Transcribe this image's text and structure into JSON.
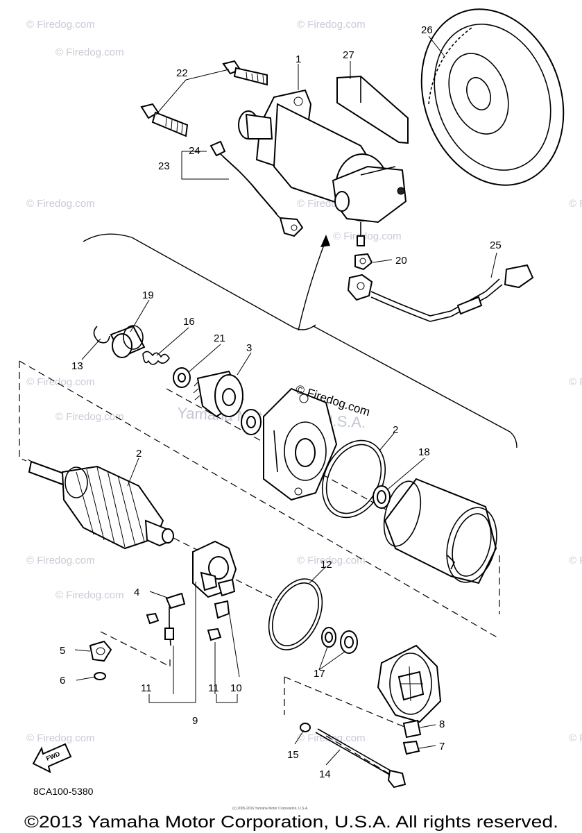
{
  "diagram": {
    "callouts": {
      "c1": "1",
      "c2a": "2",
      "c2b": "2",
      "c3": "3",
      "c4": "4",
      "c5": "5",
      "c6": "6",
      "c7": "7",
      "c8": "8",
      "c9": "9",
      "c10": "10",
      "c11a": "11",
      "c11b": "11",
      "c12": "12",
      "c13": "13",
      "c14": "14",
      "c15": "15",
      "c16": "16",
      "c17": "17",
      "c18": "18",
      "c19": "19",
      "c20": "20",
      "c21": "21",
      "c22": "22",
      "c23": "23",
      "c24": "24",
      "c25": "25",
      "c26": "26",
      "c27": "27"
    },
    "watermark": "© Firedog.com",
    "watermark_center": "© Firedog.com",
    "watermark_brand": "Yamaha Motor Corp, U.S.A.",
    "fwd_label": "FWD",
    "part_code": "8CA100-5380",
    "tiny_copyright": "(c) 2005-2016 Yamaha Motor Corporation, U.S.A.",
    "copyright": "©2013 Yamaha Motor Corporation, U.S.A. All rights reserved."
  }
}
